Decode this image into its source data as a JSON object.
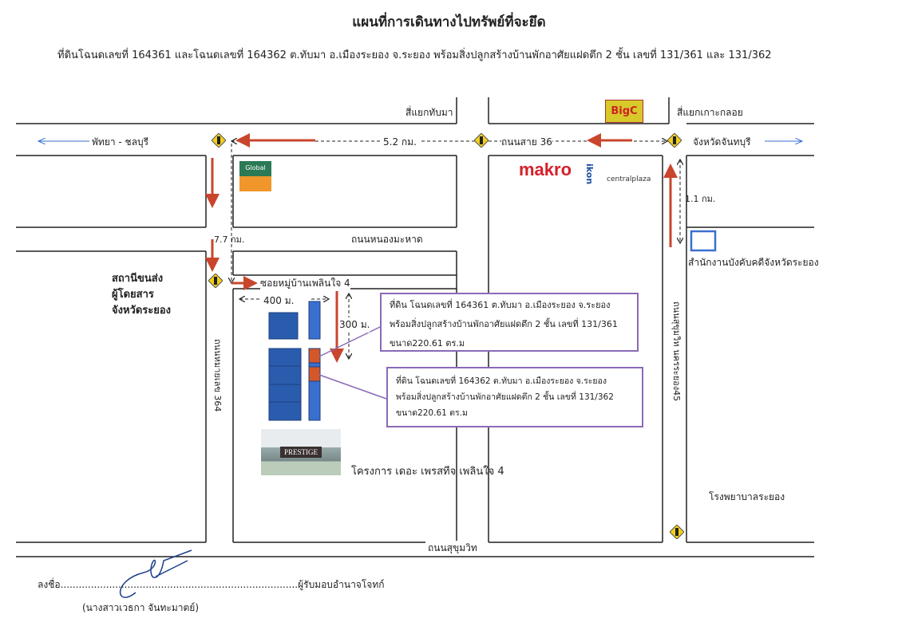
{
  "title": "แผนที่การเดินทางไปทรัพย์ที่จะยึด",
  "subtitle": "ที่ดินโฉนดเลขที่ 164361 และโฉนดเลขที่ 164362 ต.ทับมา อ.เมืองระยอง จ.ระยอง พร้อมสิ่งปลูกสร้างบ้านพักอาศัยแฝดตึก 2 ชั้น เลขที่ 131/361 และ 131/362",
  "map": {
    "intersection_tabma": "สี่แยกทับมา",
    "intersection_kokloi": "สี่แยกเกาะกลอย",
    "to_pattaya": "พัทยา - ชลบุรี",
    "to_chanthaburi": "จังหวัดจันทบุรี",
    "dist_52": "5.2 กม.",
    "road_36": "ถนนสาย 36",
    "dist_77": "7.7 กม.",
    "dist_11": "1.1 กม.",
    "road_nongmahat": "ถนนหนองมะหาด",
    "soi": "ซอยหมู่บ้านเพลินใจ 4",
    "dist_400": "400 ม.",
    "dist_300": "300 ม.",
    "road_364": "ถนนหมายเลข 364",
    "road_sukhumvit_rayong": "ถนนสุขุมวิท นครระยอง45",
    "road_sukhumvit": "ถนนสุขุมวิท",
    "bus_station": [
      "สถานีขนส่ง",
      "ผู้โดยสาร",
      "จังหวัดระยอง"
    ],
    "enforcement_office": "สำนักงานบังคับคดีจังหวัดระยอง",
    "hospital": "โรงพยาบาลระยอง",
    "project": "โครงการ เดอะ เพรสทีจ เพลินใจ 4",
    "logos": {
      "global": "Global",
      "makro": "makro",
      "ikon": "ikon",
      "central": "centralplaza",
      "prestige": "PRESTIGE",
      "bigc": "BigC"
    }
  },
  "callouts": [
    {
      "lines": [
        "ที่ดิน โฉนดเลขที่ 164361 ต.ทับมา อ.เมืองระยอง จ.ระยอง",
        "พร้อมสิ่งปลูกสร้างบ้านพักอาศัยแฝดตึก  2 ชั้น เลขที่ 131/361",
        "ขนาด220.61 ตร.ม"
      ]
    },
    {
      "lines": [
        "ที่ดิน โฉนดเลขที่ 164362 ต.ทับมา อ.เมืองระยอง จ.ระยอง",
        "พร้อมสิ่งปลูกสร้างบ้านพักอาศัยแฝดตึก  2 ชั้น เลขที่ 131/362",
        "ขนาด220.61 ตร.ม"
      ]
    }
  ],
  "signature": {
    "line": "ลงชื่อ..............................................................................ผู้รับมอบอำนาจโจทก์",
    "name": "(นางสาวเวธกา จันทะมาตย์)"
  },
  "colors": {
    "road": "#222222",
    "arrow": "#c8462c",
    "plot": "#2a5cae",
    "target": "#d4572a",
    "callout": "#8a6ab8",
    "nav": "#3a6fd0"
  }
}
